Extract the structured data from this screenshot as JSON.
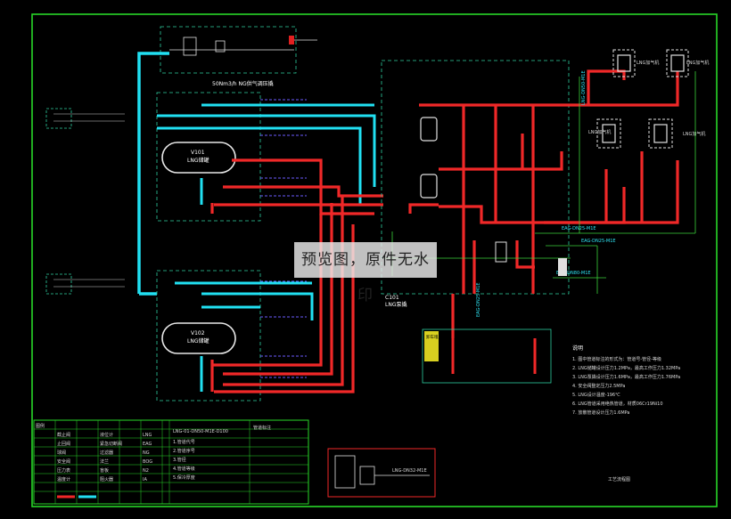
{
  "watermark": "预览图，原件无水印",
  "flow_label_top": "50Nm3/h NG供气调压撬",
  "tanks": [
    {
      "id": "V101",
      "name": "LNG储罐"
    },
    {
      "id": "V102",
      "name": "LNG储罐"
    }
  ],
  "dispensers": [
    "LNG加气机",
    "LNG加气机",
    "LNG加气机",
    "LNG加气机"
  ],
  "skid_label": {
    "id": "C101",
    "name": "LNG泵撬"
  },
  "unloading_label": "卸车增压",
  "pipe_labels": [
    "LNG-DN50-M1E",
    "EAG-DN25-M1E",
    "EAG-DN25-M1E",
    "EAG-DN80-M1E",
    "EAG-DN25-M1E"
  ],
  "notes": {
    "title": "说明",
    "items": [
      "1. 图中管道标注的形式为：管道号-管径-等级",
      "2. LNG储罐设计压力1.2MPa，最高工作压力1.32MPa",
      "3. LNG泵撬设计压力1.6MPa，最高工作压力1.76MPa",
      "4. 安全阀整定压力2.5MPa",
      "5. LNG设计温度-196℃",
      "6. LNG管道采用绝热管道，材质06Cr19Ni10",
      "7. 放散管道设计压力1.6MPa"
    ]
  },
  "legend": {
    "title": "图例",
    "symbols": [
      "截止阀",
      "止回阀",
      "球阀",
      "安全阀",
      "压力表",
      "温度计",
      "液位计",
      "紧急切断阀",
      "过滤器",
      "法兰",
      "盲板",
      "阻火器"
    ],
    "codes": [
      "LNG",
      "EAG",
      "NG",
      "BOG",
      "N2",
      "IA"
    ]
  },
  "pipe_spec": {
    "title": "管道标注",
    "example": "LNG-01-DN50-M1E-D100",
    "items": [
      "1.管道代号",
      "2.管道序号",
      "3.管径",
      "4.管道等级",
      "5.保冷厚度"
    ]
  },
  "detail_box": {
    "label": "LNG-DN32-M1E"
  },
  "title_block": "工艺流程图"
}
